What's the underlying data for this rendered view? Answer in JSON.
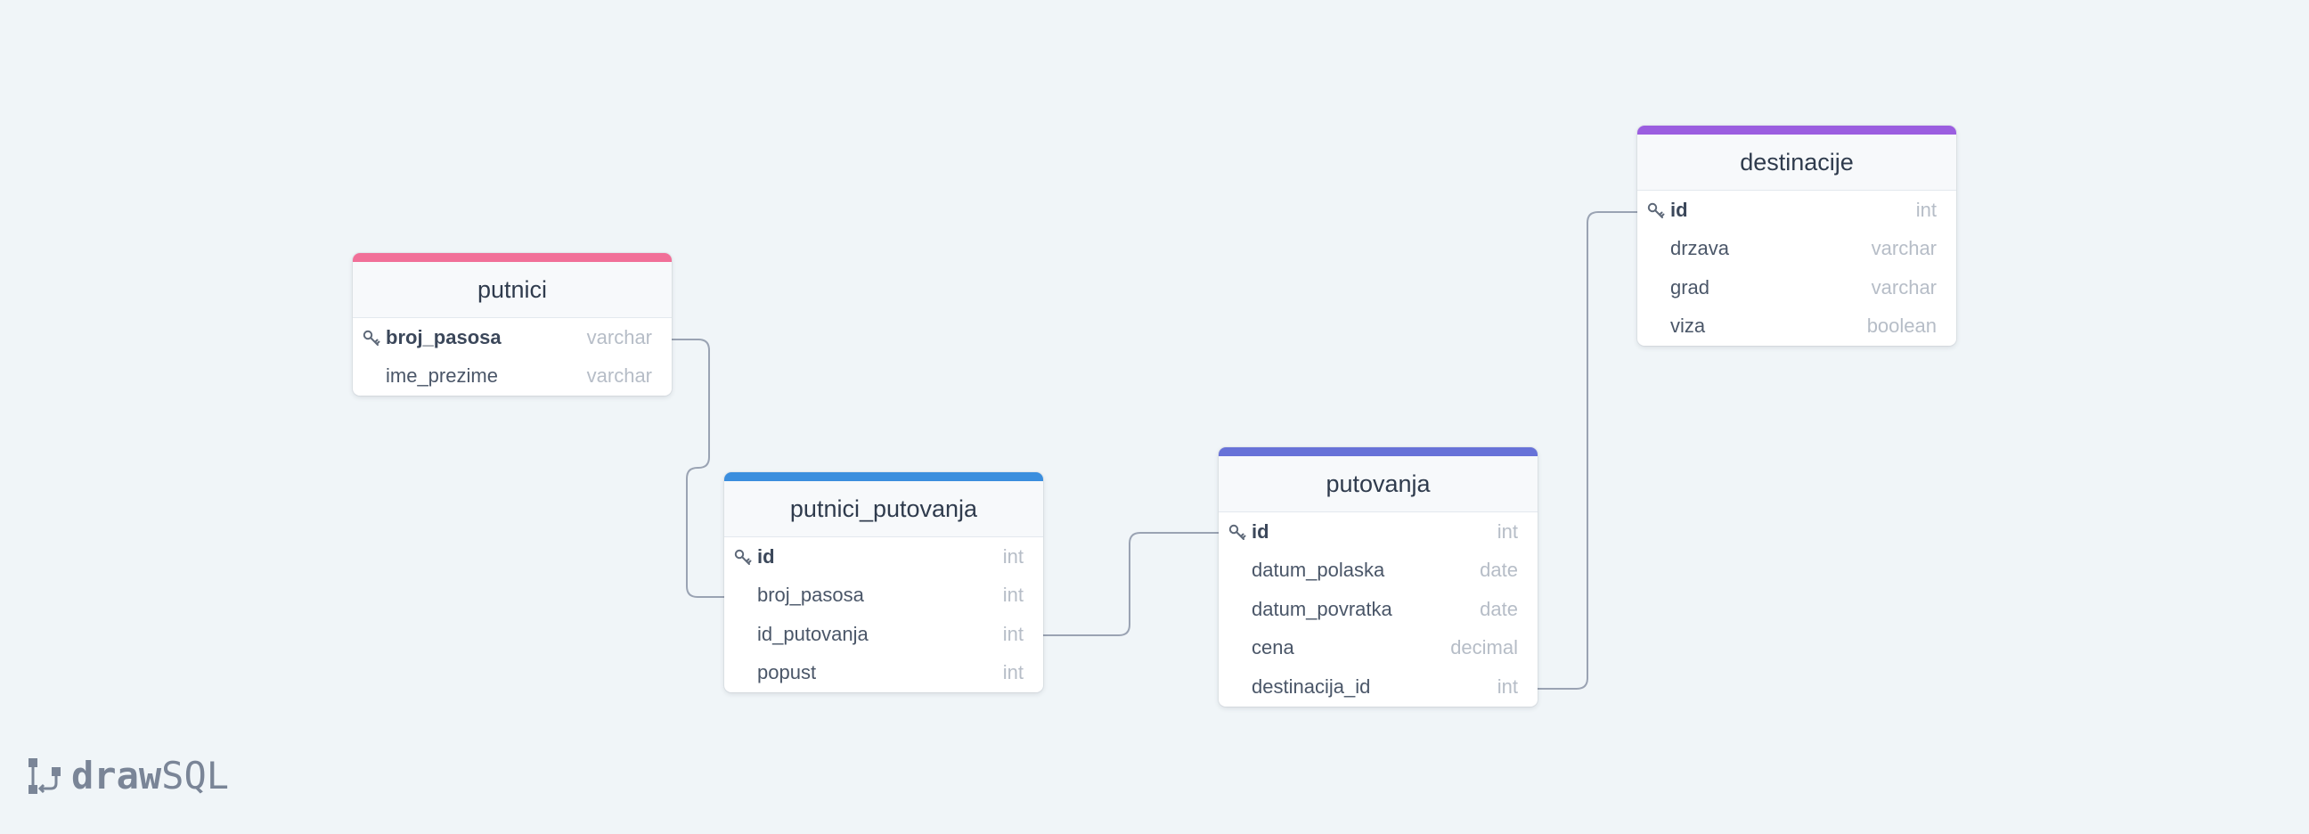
{
  "colors": {
    "background": "#f0f5f8",
    "connector": "#9aa3b3",
    "putnici_accent": "#f16f98",
    "putnici_putovanja_accent": "#3b8ede",
    "putovanja_accent": "#6772d8",
    "destinacije_accent": "#9b5ee0"
  },
  "logo": {
    "icon": "drawsql-logo-icon",
    "text_bold": "draw",
    "text_light": "SQL"
  },
  "tables": {
    "putnici": {
      "name": "putnici",
      "accent": "#f16f98",
      "columns": [
        {
          "name": "broj_pasosa",
          "type": "varchar",
          "pk": true
        },
        {
          "name": "ime_prezime",
          "type": "varchar",
          "pk": false
        }
      ]
    },
    "putnici_putovanja": {
      "name": "putnici_putovanja",
      "accent": "#3b8ede",
      "columns": [
        {
          "name": "id",
          "type": "int",
          "pk": true
        },
        {
          "name": "broj_pasosa",
          "type": "int",
          "pk": false
        },
        {
          "name": "id_putovanja",
          "type": "int",
          "pk": false
        },
        {
          "name": "popust",
          "type": "int",
          "pk": false
        }
      ]
    },
    "putovanja": {
      "name": "putovanja",
      "accent": "#6772d8",
      "columns": [
        {
          "name": "id",
          "type": "int",
          "pk": true
        },
        {
          "name": "datum_polaska",
          "type": "date",
          "pk": false
        },
        {
          "name": "datum_povratka",
          "type": "date",
          "pk": false
        },
        {
          "name": "cena",
          "type": "decimal",
          "pk": false
        },
        {
          "name": "destinacija_id",
          "type": "int",
          "pk": false
        }
      ]
    },
    "destinacije": {
      "name": "destinacije",
      "accent": "#9b5ee0",
      "columns": [
        {
          "name": "id",
          "type": "int",
          "pk": true
        },
        {
          "name": "drzava",
          "type": "varchar",
          "pk": false
        },
        {
          "name": "grad",
          "type": "varchar",
          "pk": false
        },
        {
          "name": "viza",
          "type": "boolean",
          "pk": false
        }
      ]
    }
  },
  "relations": [
    {
      "from": "putnici.broj_pasosa",
      "to": "putnici_putovanja.broj_pasosa"
    },
    {
      "from": "putnici_putovanja.id_putovanja",
      "to": "putovanja.id"
    },
    {
      "from": "putovanja.destinacija_id",
      "to": "destinacije.id"
    }
  ]
}
